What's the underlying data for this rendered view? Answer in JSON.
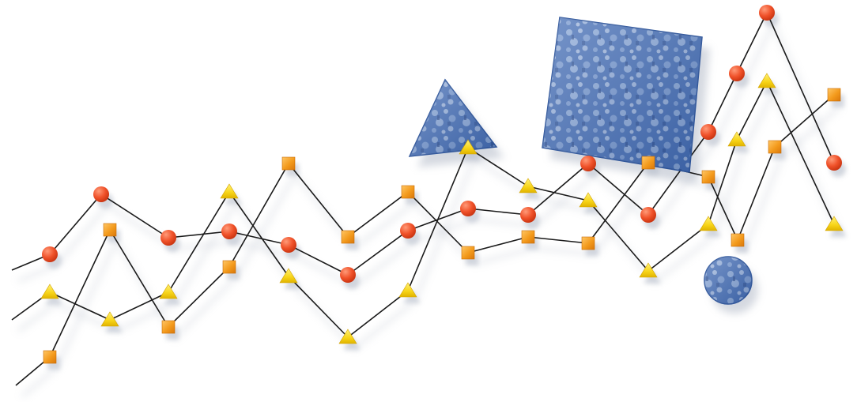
{
  "colors": {
    "background": "#ffffff",
    "line": "#1a1a1a",
    "circle_marker": "#f0522a",
    "square_marker": "#f39a1c",
    "triangle_marker": "#f7d418",
    "photo_shape_fill": "#4a72b8",
    "photo_shape_texture": "#9bb6e0",
    "shadow": "#b9c0cc"
  },
  "series": [
    {
      "marker": "circle-marker"
    },
    {
      "marker": "square-marker"
    },
    {
      "marker": "triangle-marker"
    }
  ],
  "photo_shapes": [
    {
      "shape": "triangle",
      "content": "crowd-photo-texture"
    },
    {
      "shape": "square",
      "content": "crowd-photo-texture"
    },
    {
      "shape": "circle",
      "content": "crowd-photo-texture"
    }
  ]
}
